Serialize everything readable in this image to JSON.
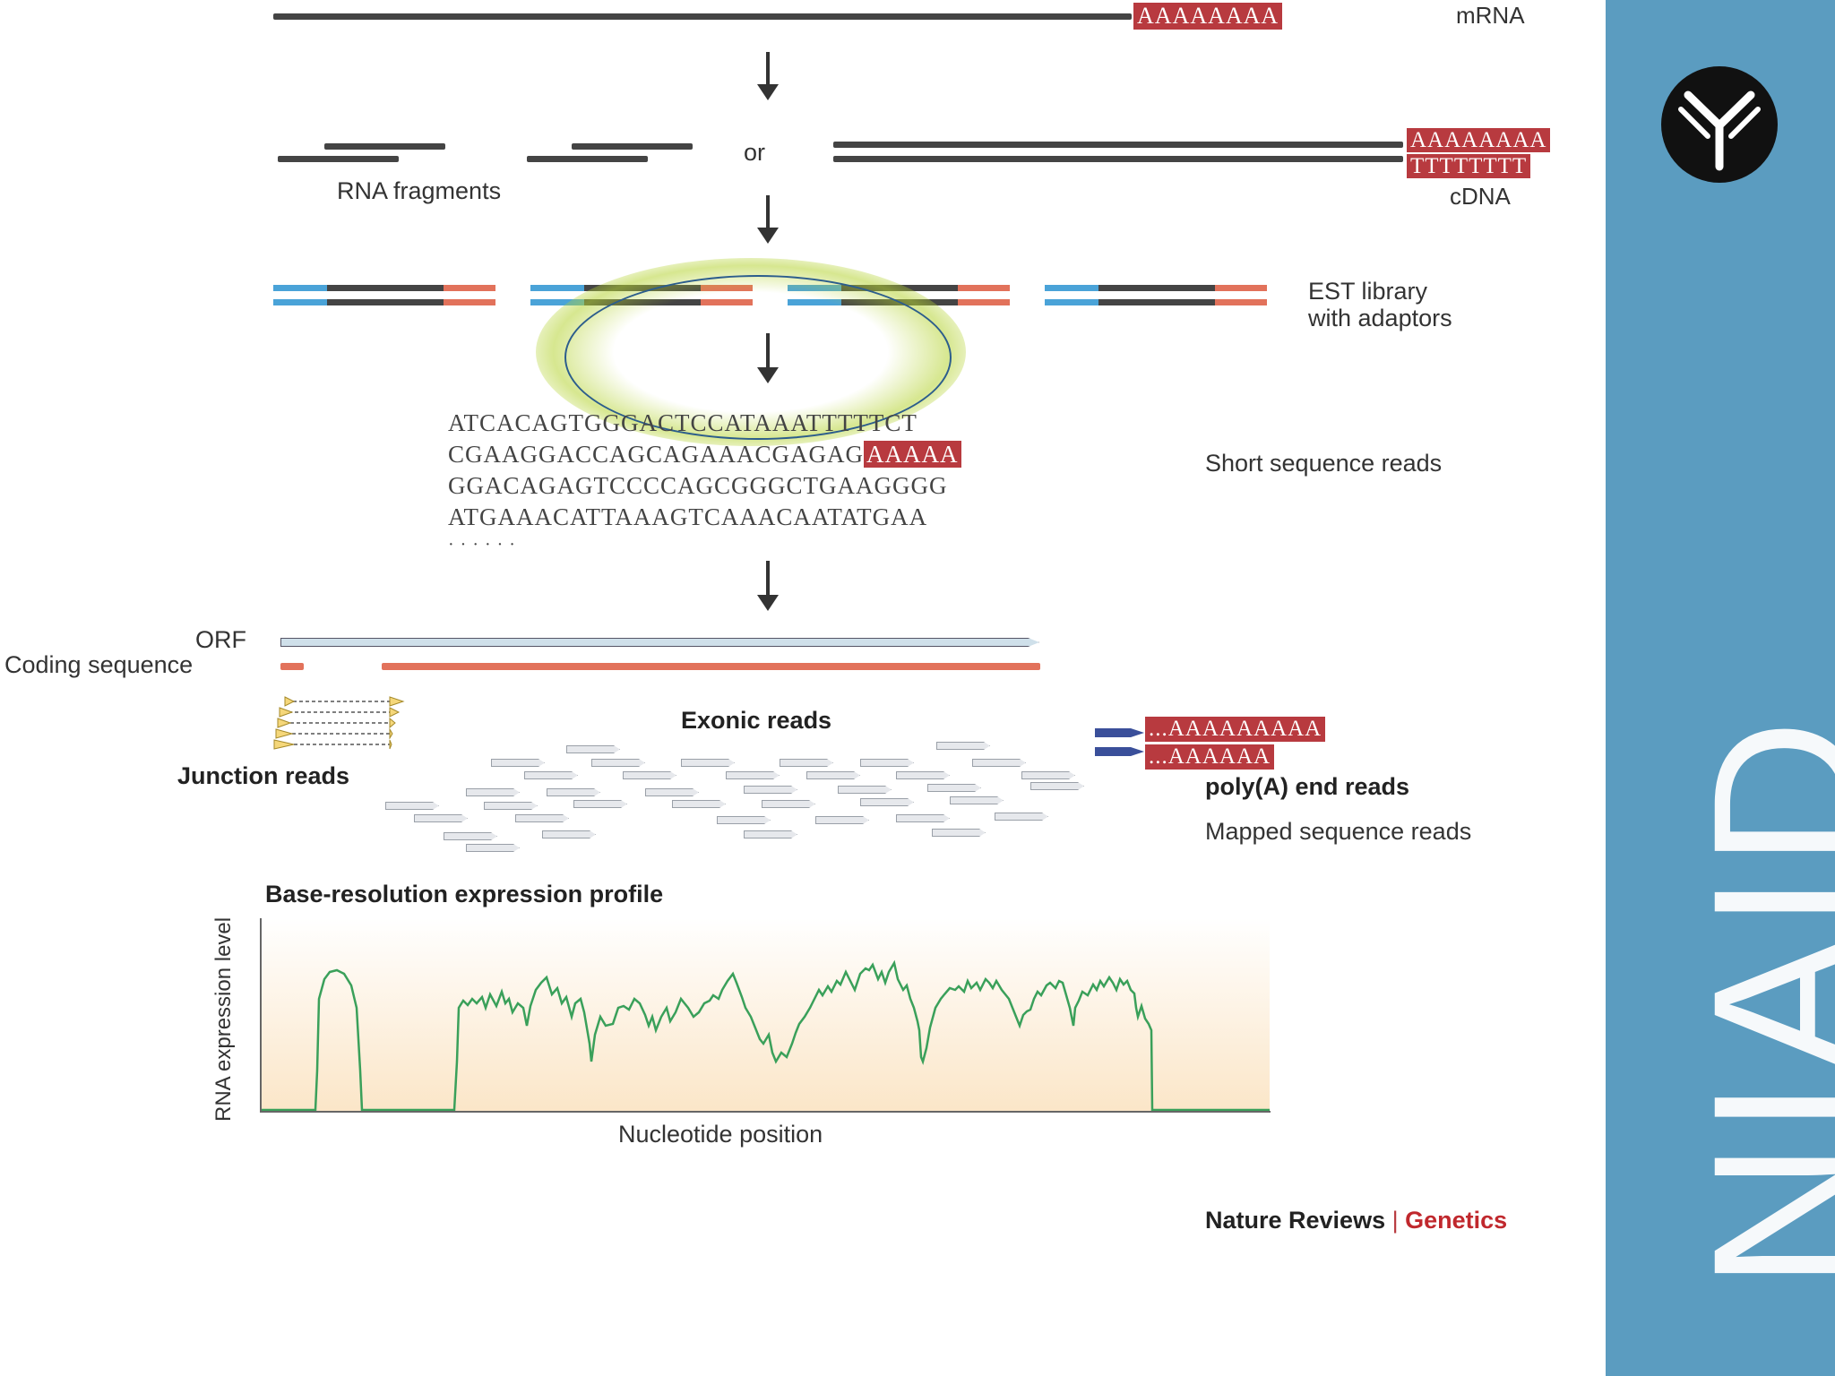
{
  "labels": {
    "mrna": "mRNA",
    "or": "or",
    "rna_fragments": "RNA fragments",
    "cdna": "cDNA",
    "est_library": "EST library",
    "with_adaptors": "with adaptors",
    "short_reads": "Short sequence reads",
    "orf": "ORF",
    "coding_sequence": "Coding sequence",
    "exonic_reads": "Exonic reads",
    "junction_reads": "Junction reads",
    "polya_end_reads": "poly(A) end reads",
    "mapped_reads": "Mapped sequence reads",
    "profile_title": "Base-resolution expression profile",
    "y_axis": "RNA expression level",
    "x_axis": "Nucleotide position",
    "journal": "Nature Reviews",
    "journal_sep": "|",
    "journal_section": "Genetics"
  },
  "poly": {
    "mrna_tail": "AAAAAAAA",
    "cdna_top": "AAAAAAAA",
    "cdna_bottom": "TTTTTTTT",
    "read_tail": "AAAAA",
    "end_read_1": "...AAAAAAAAA",
    "end_read_2": "...AAAAAA"
  },
  "sequences": {
    "line1": "ATCACAGTGGGACTCCATAAATTTTTCT",
    "line2_prefix": "CGAAGGACCAGCAGAAACGAGAG",
    "line3": "GGACAGAGTCCCCAGCGGGCTGAAGGGG",
    "line4": "ATGAAACATTAAAGTCAAACAATATGAA",
    "ellipsis": "· · · · · ·"
  },
  "sidebar": {
    "brand": "NIAID",
    "logo_icon": "antibody-icon"
  },
  "colors": {
    "poly_red": "#b83a3f",
    "adaptor_blue": "#4aa3d8",
    "adaptor_orange": "#e2725b",
    "profile_green": "#3aa05a",
    "sidebar_blue": "#5b9cc0",
    "highlight_green": "#b5d334"
  }
}
